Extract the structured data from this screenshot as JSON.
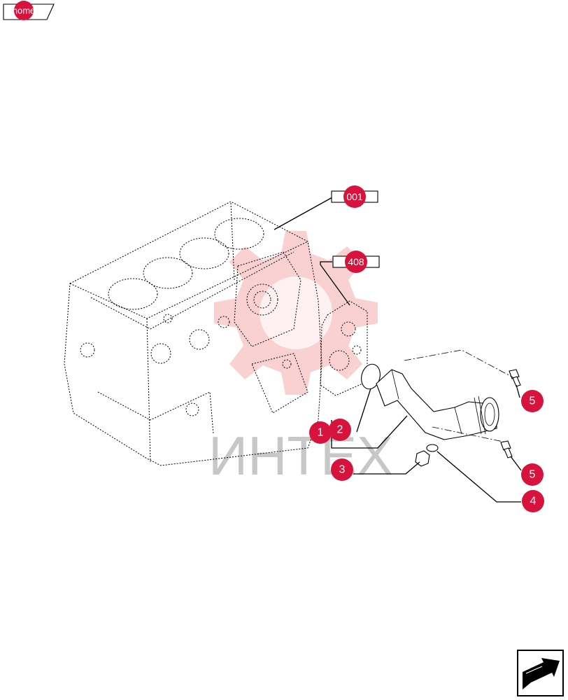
{
  "home_button": {
    "label": "home"
  },
  "ref_tags": [
    {
      "label": "001"
    },
    {
      "label": "408"
    }
  ],
  "callouts": [
    {
      "label": "1"
    },
    {
      "label": "2"
    },
    {
      "label": "3"
    },
    {
      "label": "4"
    },
    {
      "label": "5"
    },
    {
      "label": "5"
    }
  ],
  "watermark": {
    "text": "ИНТЕХ"
  },
  "colors": {
    "callout": "#d7123c",
    "watermark": "#ee7b7b"
  },
  "icons": {
    "next_page": "arrow-forward-icon",
    "watermark_logo": "gear-icon"
  }
}
